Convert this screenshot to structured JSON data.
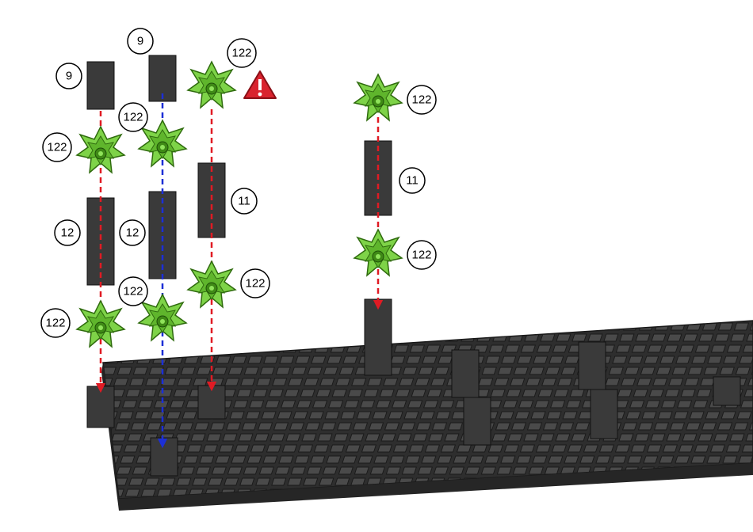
{
  "instruction": {
    "callouts": [
      {
        "id": "c9a",
        "label": "9"
      },
      {
        "id": "c9b",
        "label": "9"
      },
      {
        "id": "c122a",
        "label": "122"
      },
      {
        "id": "c122b",
        "label": "122"
      },
      {
        "id": "c122c",
        "label": "122"
      },
      {
        "id": "c12a",
        "label": "12"
      },
      {
        "id": "c12b",
        "label": "12"
      },
      {
        "id": "c11a",
        "label": "11"
      },
      {
        "id": "c122d",
        "label": "122"
      },
      {
        "id": "c122e",
        "label": "122"
      },
      {
        "id": "c122f",
        "label": "122"
      },
      {
        "id": "c122g",
        "label": "122"
      },
      {
        "id": "c11b",
        "label": "11"
      },
      {
        "id": "c122h",
        "label": "122"
      }
    ],
    "warning_icon": "warning-triangle-icon",
    "colors": {
      "baseplate": "#3c3c3c",
      "baseplate_light": "#555555",
      "block": "#3a3a3a",
      "connector": "#7ed348",
      "connector_dark": "#4a9a1e",
      "arrow_red": "#e01b24",
      "arrow_blue": "#1c2fd6",
      "warning": "#d9232e"
    }
  }
}
